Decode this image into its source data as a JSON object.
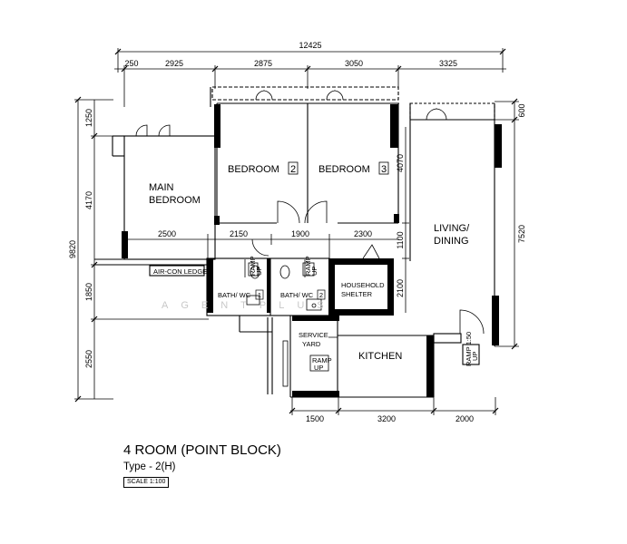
{
  "title": "4 ROOM (POINT BLOCK)",
  "type_label": "Type - 2(H)",
  "scale_label": "SCALE 1:100",
  "dimensions": {
    "overall_width": "12425",
    "top_segments": [
      "250",
      "2925",
      "2875",
      "3050",
      "3325"
    ],
    "left_overall": "9820",
    "left_segments": [
      "1250",
      "4170",
      "1850",
      "2550"
    ],
    "right_segments": [
      "600",
      "7520"
    ],
    "bottom_segments": [
      "1500",
      "3200",
      "2000"
    ],
    "inner": {
      "d2500": "2500",
      "d2150": "2150",
      "d1900": "1900",
      "d2300": "2300",
      "d4070": "4070",
      "d1100": "1100",
      "d2100": "2100"
    }
  },
  "rooms": {
    "main_bedroom_l1": "MAIN",
    "main_bedroom_l2": "BEDROOM",
    "bedroom2": "BEDROOM",
    "bedroom2_num": "2",
    "bedroom3": "BEDROOM",
    "bedroom3_num": "3",
    "living_l1": "LIVING/",
    "living_l2": "DINING",
    "kitchen": "KITCHEN",
    "bath1": "BATH/ WC",
    "bath1_num": "1",
    "bath2": "BATH/ WC",
    "bath2_num": "2",
    "shelter_l1": "HOUSEHOLD",
    "shelter_l2": "SHELTER",
    "service_l1": "SERVICE",
    "service_l2": "YARD",
    "aircon": "AIR-CON LEDGE",
    "ramp": "RAMP",
    "up": "UP",
    "ramp50": "RAMP 1:50"
  },
  "watermark": "AGENTPLUS"
}
